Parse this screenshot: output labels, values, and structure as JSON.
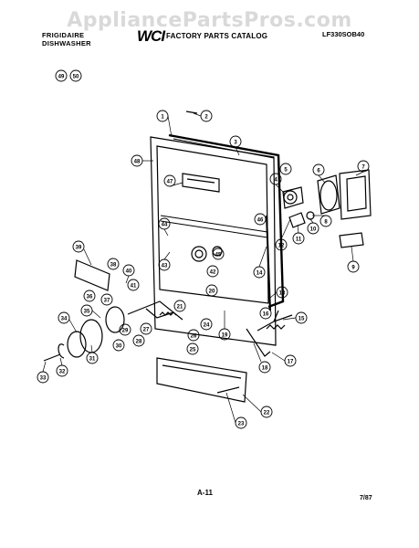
{
  "header": {
    "watermark": "AppliancePartsPros.com",
    "brand_line1": "FRIGIDAIRE",
    "brand_line2": "DISHWASHER",
    "logo": "WCI",
    "catalog_title": "FACTORY PARTS CATALOG",
    "model_number": "LF330SOB40"
  },
  "footer": {
    "page_number": "A-11",
    "date": "7/87"
  },
  "callouts": [
    "1",
    "2",
    "3",
    "4",
    "5",
    "6",
    "7",
    "8",
    "9",
    "10",
    "11",
    "12",
    "13",
    "14",
    "15",
    "16",
    "17",
    "18",
    "19",
    "20",
    "21",
    "22",
    "23",
    "24",
    "25",
    "26",
    "27",
    "28",
    "29",
    "30",
    "31",
    "32",
    "33",
    "34",
    "35",
    "36",
    "37",
    "38",
    "39",
    "40",
    "41",
    "42",
    "43",
    "44",
    "45",
    "46",
    "47",
    "48",
    "49",
    "50"
  ],
  "colors": {
    "ink": "#000000",
    "watermark": "#d9d9d9",
    "background": "#ffffff"
  }
}
